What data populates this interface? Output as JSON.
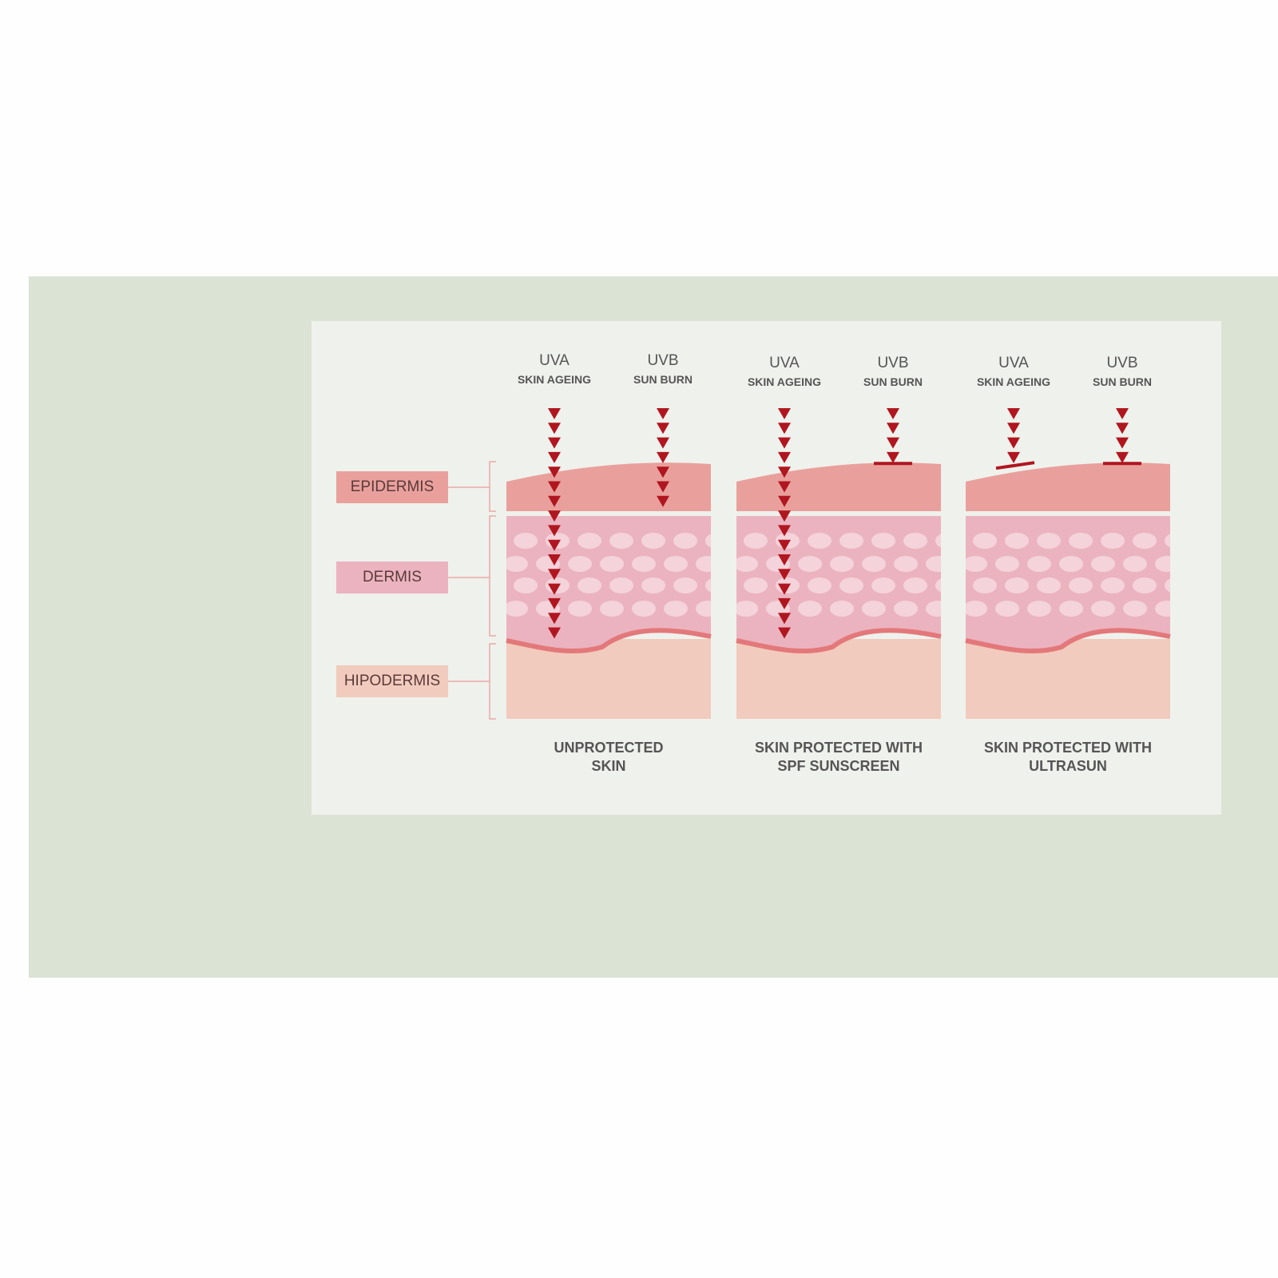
{
  "layers": [
    {
      "label": "EPIDERMIS",
      "color": "#e9a09c"
    },
    {
      "label": "DERMIS",
      "color": "#ebb3bf"
    },
    {
      "label": "HIPODERMIS",
      "color": "#f1cbbd"
    }
  ],
  "panels": [
    {
      "caption_line1": "UNPROTECTED",
      "caption_line2": "SKIN",
      "uva": {
        "title": "UVA",
        "subtitle": "SKIN AGEING",
        "arrows": 16,
        "blocked": false
      },
      "uvb": {
        "title": "UVB",
        "subtitle": "SUN BURN",
        "arrows": 7,
        "blocked": false
      }
    },
    {
      "caption_line1": "SKIN PROTECTED WITH",
      "caption_line2": "SPF SUNSCREEN",
      "uva": {
        "title": "UVA",
        "subtitle": "SKIN AGEING",
        "arrows": 16,
        "blocked": false
      },
      "uvb": {
        "title": "UVB",
        "subtitle": "SUN BURN",
        "arrows": 4,
        "blocked": true
      }
    },
    {
      "caption_line1": "SKIN PROTECTED WITH",
      "caption_line2": "ULTRASUN",
      "uva": {
        "title": "UVA",
        "subtitle": "SKIN AGEING",
        "arrows": 4,
        "blocked": true
      },
      "uvb": {
        "title": "UVB",
        "subtitle": "SUN BURN",
        "arrows": 4,
        "blocked": true
      }
    }
  ],
  "colors": {
    "arrow": "#b0161f",
    "background": "#dbe3d5",
    "card": "#eff1ec"
  }
}
